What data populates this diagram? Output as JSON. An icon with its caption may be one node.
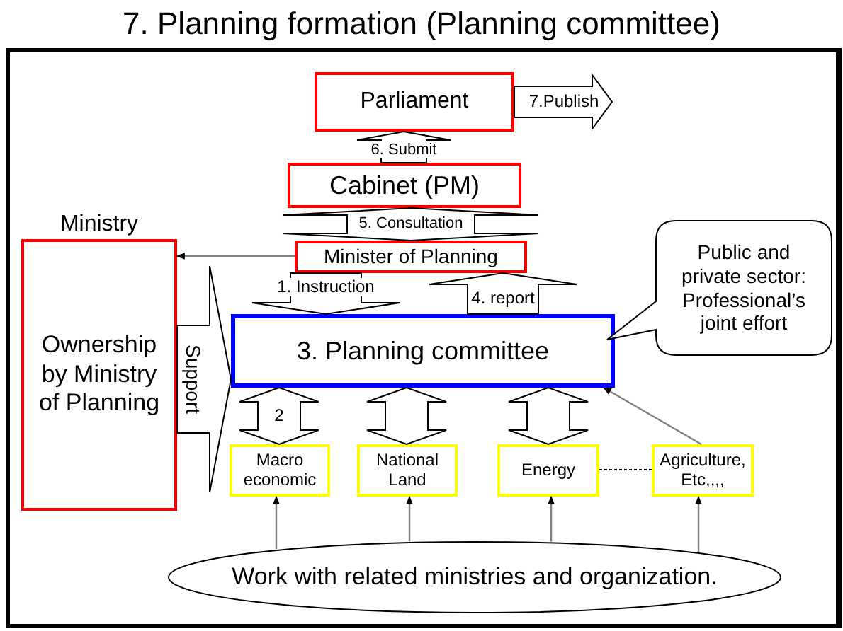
{
  "diagram": {
    "title": "7. Planning formation (Planning committee)",
    "nodes": [
      {
        "text": [
          "Parliament"
        ]
      },
      {
        "text": [
          "Cabinet (PM)"
        ]
      },
      {
        "text": [
          "Minister of Planning"
        ]
      },
      {
        "text": [
          "Ministry",
          "Ownership by Ministry of Planning"
        ]
      },
      {
        "text": [
          "3. Planning committee"
        ]
      },
      {
        "text": [
          "Public and private sector: Professional’s joint effort"
        ]
      },
      {
        "text": [
          "Macro economic"
        ]
      },
      {
        "text": [
          "National Land"
        ]
      },
      {
        "text": [
          "Energy"
        ]
      },
      {
        "text": [
          "Agriculture, Etc,,,,"
        ]
      },
      {
        "text": [
          "Work with related ministries and organization."
        ]
      }
    ],
    "edges": [
      {
        "from": 0,
        "to": null,
        "label": "7.Publish",
        "arrow": "to",
        "style": "thick"
      },
      {
        "from": 1,
        "to": 0,
        "label": "6. Submit",
        "arrow": "to",
        "style": "thick"
      },
      {
        "from": 2,
        "to": 1,
        "label": "5. Consultation",
        "arrow": "both",
        "style": "thick"
      },
      {
        "from": 2,
        "to": 3,
        "arrow": "to",
        "color": "#808080"
      },
      {
        "from": 2,
        "to": 4,
        "label": "1. Instruction",
        "arrow": "to",
        "style": "thick"
      },
      {
        "from": 4,
        "to": 2,
        "label": "4. report",
        "arrow": "to",
        "style": "thick"
      },
      {
        "from": 3,
        "to": 4,
        "label": "Support",
        "arrow": "to",
        "style": "thick"
      },
      {
        "from": 4,
        "to": 6,
        "label": "2",
        "arrow": "both",
        "style": "thick"
      },
      {
        "from": 4,
        "to": 7,
        "arrow": "both",
        "style": "thick"
      },
      {
        "from": 4,
        "to": 8,
        "arrow": "both",
        "style": "thick"
      },
      {
        "from": 9,
        "to": 4,
        "arrow": "to",
        "color": "#808080"
      },
      {
        "from": 8,
        "to": 9,
        "arrow": "none",
        "style": "dashed",
        "color": "#000000"
      },
      {
        "from": 10,
        "to": 6,
        "arrow": "to",
        "color": "#808080"
      },
      {
        "from": 10,
        "to": 7,
        "arrow": "to",
        "color": "#808080"
      },
      {
        "from": 10,
        "to": 8,
        "arrow": "to",
        "color": "#808080"
      },
      {
        "from": 10,
        "to": 9,
        "arrow": "to",
        "color": "#808080"
      }
    ]
  }
}
